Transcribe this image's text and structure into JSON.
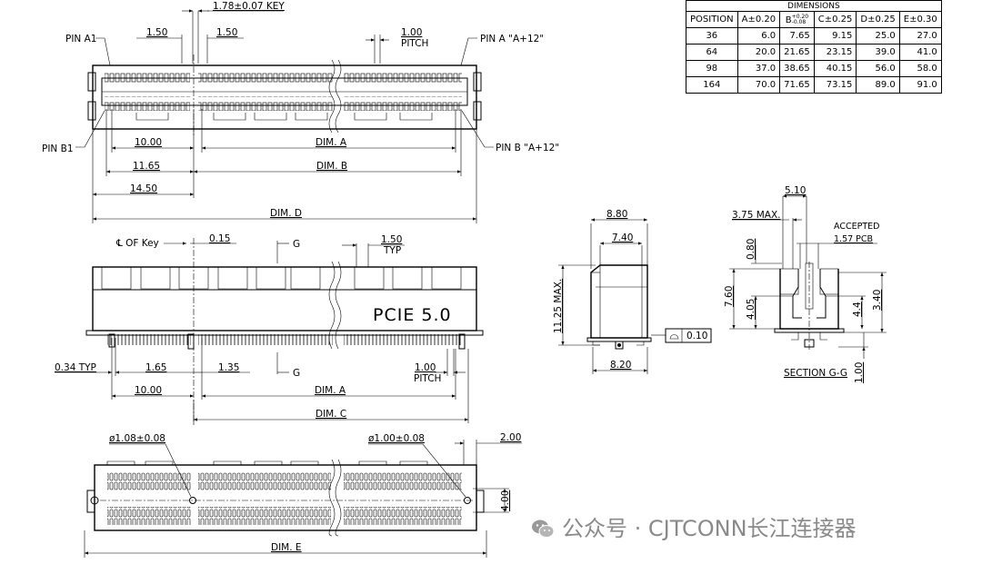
{
  "table": {
    "caption": "DIMENSIONS",
    "headers": [
      "POSITION",
      "A±0.20",
      "B",
      "C±0.25",
      "D±0.25",
      "E±0.30"
    ],
    "b_tol_plus": "+0.20",
    "b_tol_minus": "-0.08",
    "rows": [
      [
        "36",
        "6.0",
        "7.65",
        "9.15",
        "25.0",
        "27.0"
      ],
      [
        "64",
        "20.0",
        "21.65",
        "23.15",
        "39.0",
        "41.0"
      ],
      [
        "98",
        "37.0",
        "38.65",
        "40.15",
        "56.0",
        "58.0"
      ],
      [
        "164",
        "70.0",
        "71.65",
        "73.15",
        "89.0",
        "91.0"
      ]
    ]
  },
  "top_view": {
    "key": "1.78±0.07 KEY",
    "d150a": "1.50",
    "d150b": "1.50",
    "pitch_val": "1.00",
    "pitch": "PITCH",
    "pin_a1": "PIN A1",
    "pin_a_last": "PIN A \"A+12\"",
    "pin_b1": "PIN B1",
    "pin_b_last": "PIN B \"A+12\"",
    "d1000": "10.00",
    "dim_a": "DIM. A",
    "d1165": "11.65",
    "dim_b": "DIM. B",
    "d1450": "14.50",
    "dim_d": "DIM. D"
  },
  "front_view": {
    "cl_key": "℄ OF Key",
    "d015": "0.15",
    "g_top": "G",
    "d150": "1.50",
    "typ": "TYP",
    "brand": "PCIE 5.0",
    "d034": "0.34 TYP",
    "d165": "1.65",
    "d135": "1.35",
    "g_bottom": "G",
    "pitch_val": "1.00",
    "pitch": "PITCH",
    "d1000": "10.00",
    "dim_a": "DIM. A",
    "dim_c": "DIM. C"
  },
  "bottom_view": {
    "hole1": "ø1.08±0.08",
    "hole2": "ø1.00±0.08",
    "d200": "2.00",
    "d400": "4.00",
    "dim_e": "DIM. E"
  },
  "side_view": {
    "d880": "8.80",
    "d740": "7.40",
    "d1125": "11.25 MAX.",
    "d820": "8.20",
    "flatness": "0.10"
  },
  "section": {
    "d510": "5.10",
    "d375": "3.75 MAX.",
    "accepted": "ACCEPTED",
    "pcb": "1.57 PCB",
    "d080": "0.80",
    "d760": "7.60",
    "d405": "4.05",
    "d44": "4.4",
    "d340": "3.40",
    "d100": "1.00",
    "title": "SECTION G-G"
  },
  "watermark": "公众号 · CJTCONN长江连接器"
}
